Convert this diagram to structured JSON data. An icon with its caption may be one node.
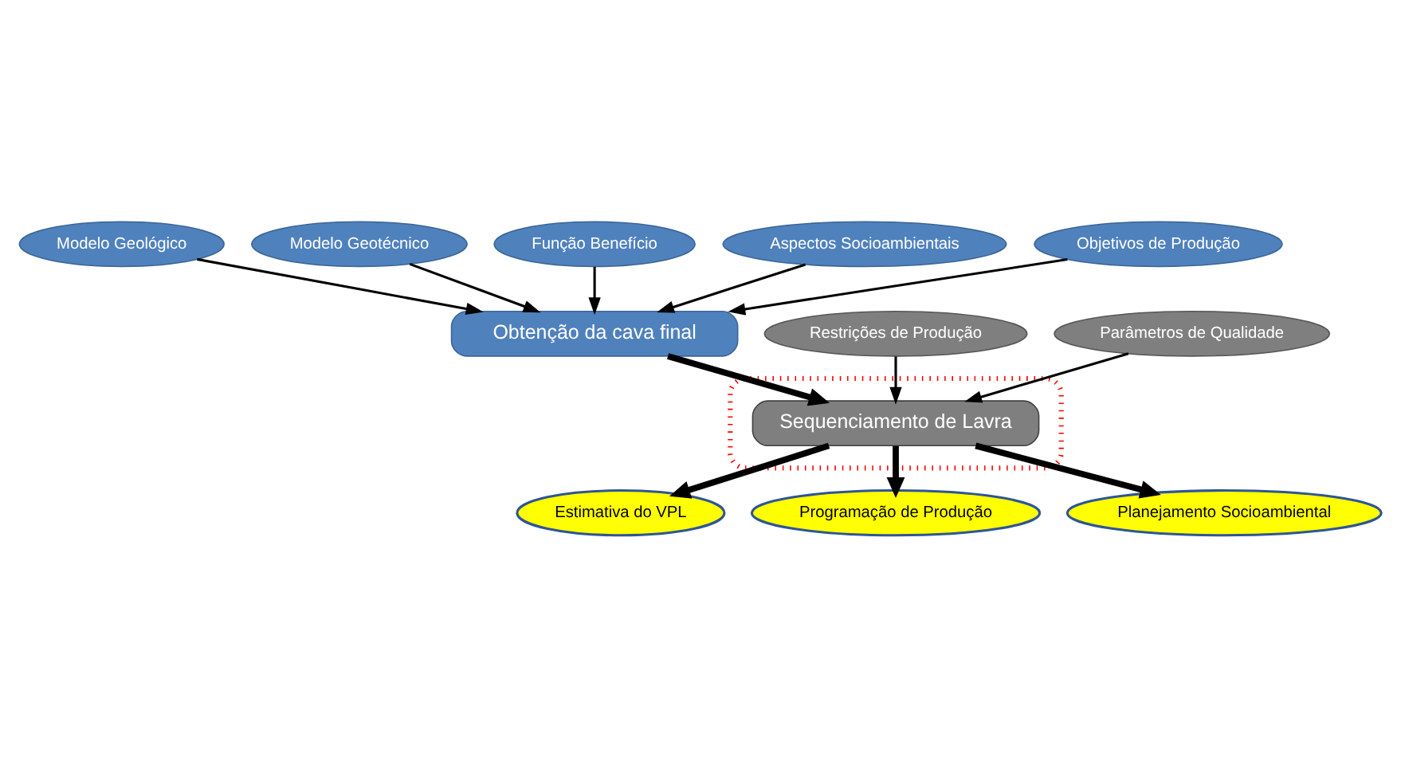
{
  "diagram": {
    "nodes": [
      {
        "text": [
          "Modelo Geológico"
        ]
      },
      {
        "text": [
          "Modelo Geotécnico"
        ]
      },
      {
        "text": [
          "Função Benefício"
        ]
      },
      {
        "text": [
          "Aspectos Socioambientais"
        ]
      },
      {
        "text": [
          "Objetivos de Produção"
        ]
      },
      {
        "text": [
          "Obtenção da cava final"
        ]
      },
      {
        "text": [
          "Restrições de Produção"
        ]
      },
      {
        "text": [
          "Parâmetros de Qualidade"
        ]
      },
      {
        "text": [],
        "shape": "ellipse"
      },
      {
        "text": [
          "Sequenciamento de Lavra"
        ],
        "in": 8
      },
      {
        "text": [
          "Estimativa do VPL"
        ]
      },
      {
        "text": [
          "Programação de Produção"
        ]
      },
      {
        "text": [
          "Planejamento Socioambiental"
        ]
      }
    ],
    "edges": [
      {
        "from": 0,
        "to": 5,
        "arrow": "to"
      },
      {
        "from": 1,
        "to": 5,
        "arrow": "to"
      },
      {
        "from": 2,
        "to": 5,
        "arrow": "to"
      },
      {
        "from": 3,
        "to": 5,
        "arrow": "to"
      },
      {
        "from": 4,
        "to": 5,
        "arrow": "to"
      },
      {
        "from": 5,
        "to": 9,
        "arrow": "to",
        "style": "thick"
      },
      {
        "from": 6,
        "to": 9,
        "arrow": "to"
      },
      {
        "from": 7,
        "to": 9,
        "arrow": "to"
      },
      {
        "from": 9,
        "to": 10,
        "arrow": "to",
        "style": "thick"
      },
      {
        "from": 9,
        "to": 11,
        "arrow": "to",
        "style": "thick"
      },
      {
        "from": 9,
        "to": 12,
        "arrow": "to",
        "style": "thick"
      }
    ]
  }
}
